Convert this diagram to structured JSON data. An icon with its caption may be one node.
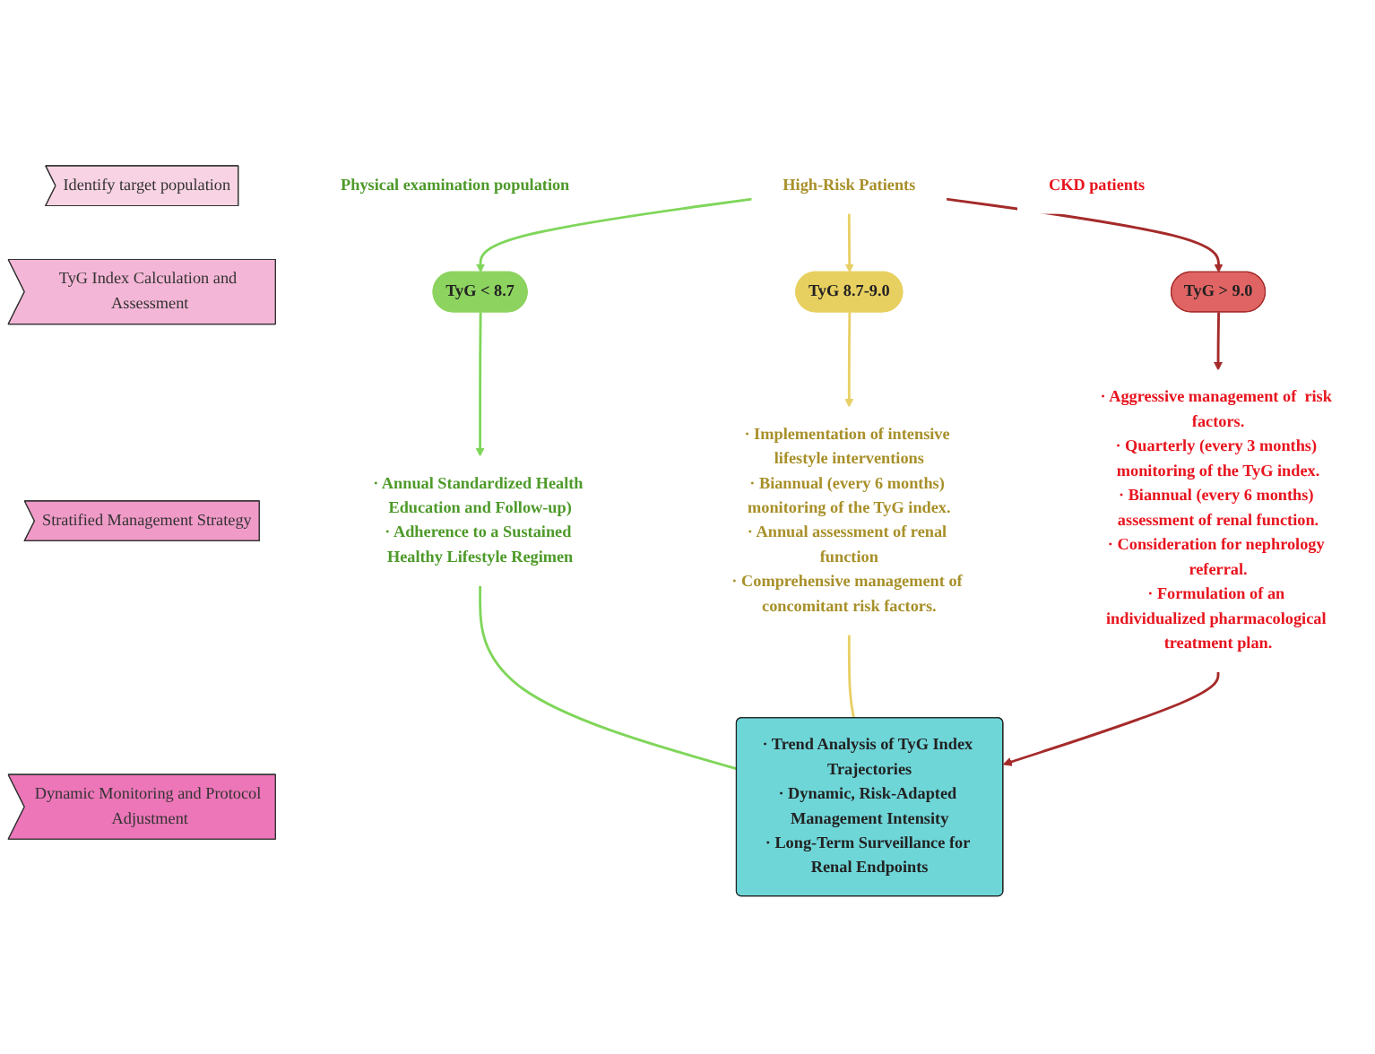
{
  "diagram": {
    "nodes": [
      {
        "text": [
          "Identify target population"
        ]
      },
      {
        "text": [
          "Physical examination population"
        ]
      },
      {
        "text": [
          "High-Risk Patients"
        ]
      },
      {
        "text": [
          "CKD patients"
        ]
      },
      {
        "text": [
          "TyG Index Calculation and Assessment"
        ]
      },
      {
        "text": [
          "TyG < 8.7"
        ]
      },
      {
        "text": [
          "TyG 8.7-9.0"
        ]
      },
      {
        "text": [
          "TyG > 9.0"
        ]
      },
      {
        "text": [
          "Stratified Management Strategy"
        ]
      },
      {
        "text": [
          "· Annual Standardized Health Education and Follow-up)",
          "· Adherence to a Sustained Healthy Lifestyle Regimen"
        ]
      },
      {
        "text": [
          "· Implementation of intensive lifestyle interventions",
          "· Biannual (every 6 months) monitoring of the TyG index.",
          "· Annual assessment of renal function",
          "· Comprehensive management of concomitant risk factors."
        ]
      },
      {
        "text": [
          "· Aggressive management of  risk factors.",
          "· Quarterly (every 3 months) monitoring of the TyG index.",
          "· Biannual (every 6 months) assessment of renal function.",
          "· Consideration for nephrology referral.",
          "· Formulation of an individualized pharmacological treatment plan."
        ]
      },
      {
        "text": [
          "Dynamic Monitoring and Protocol Adjustment"
        ]
      },
      {
        "text": [
          "· Trend Analysis of TyG Index Trajectories",
          "· Dynamic, Risk-Adapted Management Intensity",
          "· Long-Term Surveillance for Renal Endpoints"
        ]
      }
    ],
    "edges": [
      {
        "from": 2,
        "to": 5,
        "arrow": "to",
        "color": "#7fd65a"
      },
      {
        "from": 2,
        "to": 6,
        "arrow": "to",
        "color": "#e8d066"
      },
      {
        "from": 2,
        "to": 7,
        "arrow": "to",
        "color": "#a52a2a"
      },
      {
        "from": 5,
        "to": 9,
        "arrow": "to",
        "color": "#7fd65a"
      },
      {
        "from": 6,
        "to": 10,
        "arrow": "to",
        "color": "#e8d066"
      },
      {
        "from": 7,
        "to": 11,
        "arrow": "to",
        "color": "#a52a2a"
      },
      {
        "from": 9,
        "to": 13,
        "arrow": "none",
        "color": "#7fd65a"
      },
      {
        "from": 10,
        "to": 13,
        "arrow": "none",
        "color": "#e8d066"
      },
      {
        "from": 11,
        "to": 13,
        "arrow": "to",
        "color": "#a52a2a"
      }
    ]
  }
}
